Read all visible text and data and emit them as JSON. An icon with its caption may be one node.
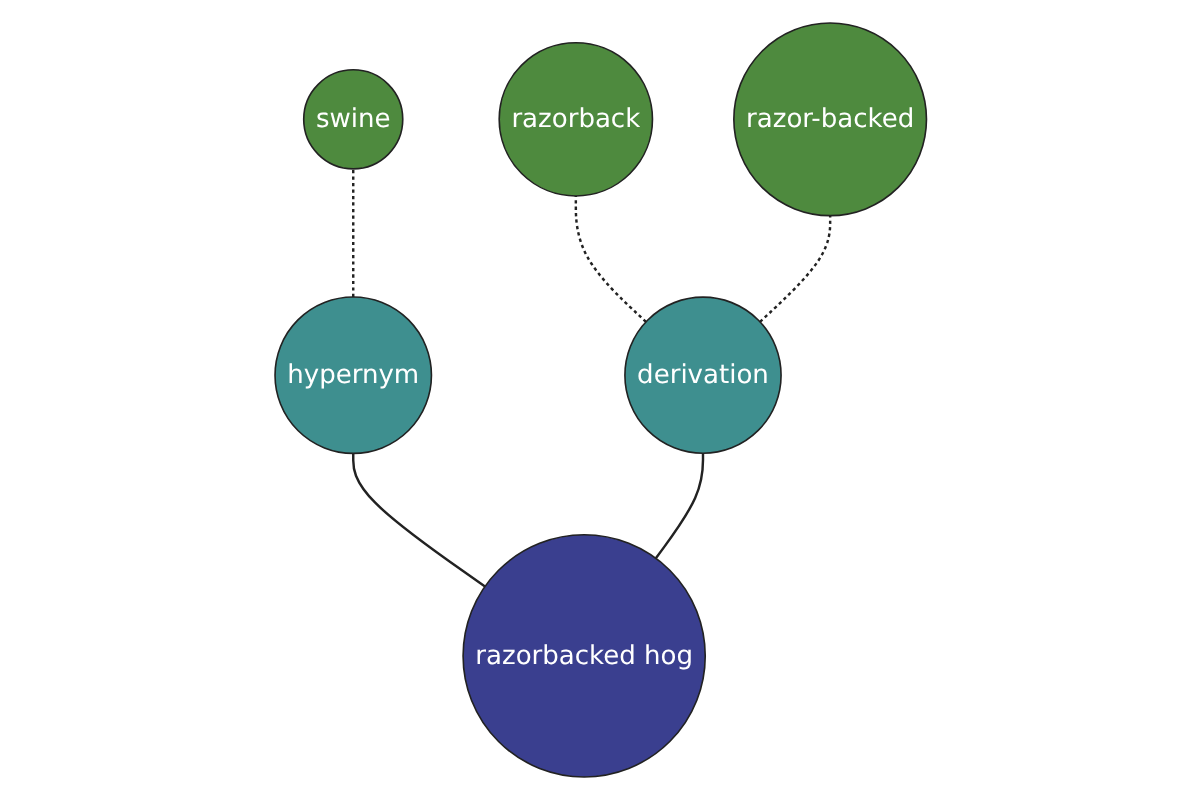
{
  "diagram": {
    "nodes": [
      {
        "text": [
          "swine"
        ]
      },
      {
        "text": [
          "razorback"
        ]
      },
      {
        "text": [
          "hypernym"
        ]
      },
      {
        "text": [
          "derivation"
        ]
      },
      {
        "text": [
          "razorbacked hog"
        ]
      },
      {
        "text": [
          "razor-backed"
        ]
      }
    ],
    "edges": [
      {
        "from": 4,
        "to": 2,
        "arrow": "none"
      },
      {
        "from": 2,
        "to": 0,
        "arrow": "none",
        "style": "dashed"
      },
      {
        "from": 4,
        "to": 3,
        "arrow": "none"
      },
      {
        "from": 3,
        "to": 1,
        "arrow": "none",
        "style": "dashed"
      },
      {
        "from": 3,
        "to": 5,
        "arrow": "none",
        "style": "dashed"
      }
    ]
  }
}
